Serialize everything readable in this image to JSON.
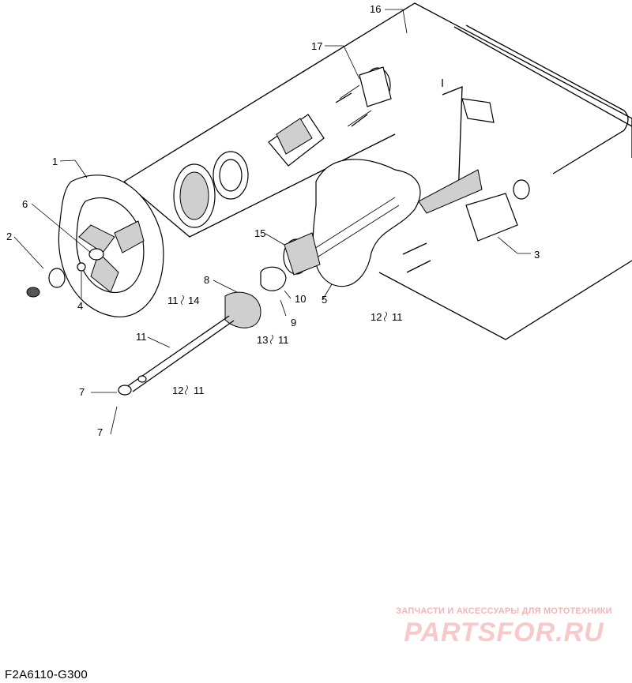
{
  "diagram": {
    "code": "F2A6110-G300",
    "callouts": [
      "1",
      "2",
      "3",
      "4",
      "5",
      "6",
      "7",
      "7",
      "8",
      "9",
      "10",
      "11",
      "11",
      "11",
      "11",
      "11",
      "12",
      "12",
      "13",
      "14",
      "15",
      "16",
      "17"
    ]
  },
  "watermark": {
    "tagline": "ЗАПЧАСТИ И АКСЕССУАРЫ ДЛЯ МОТОТЕХНИКИ",
    "logo": "PARTSFOR.RU",
    "color": "#f2b6b6"
  }
}
